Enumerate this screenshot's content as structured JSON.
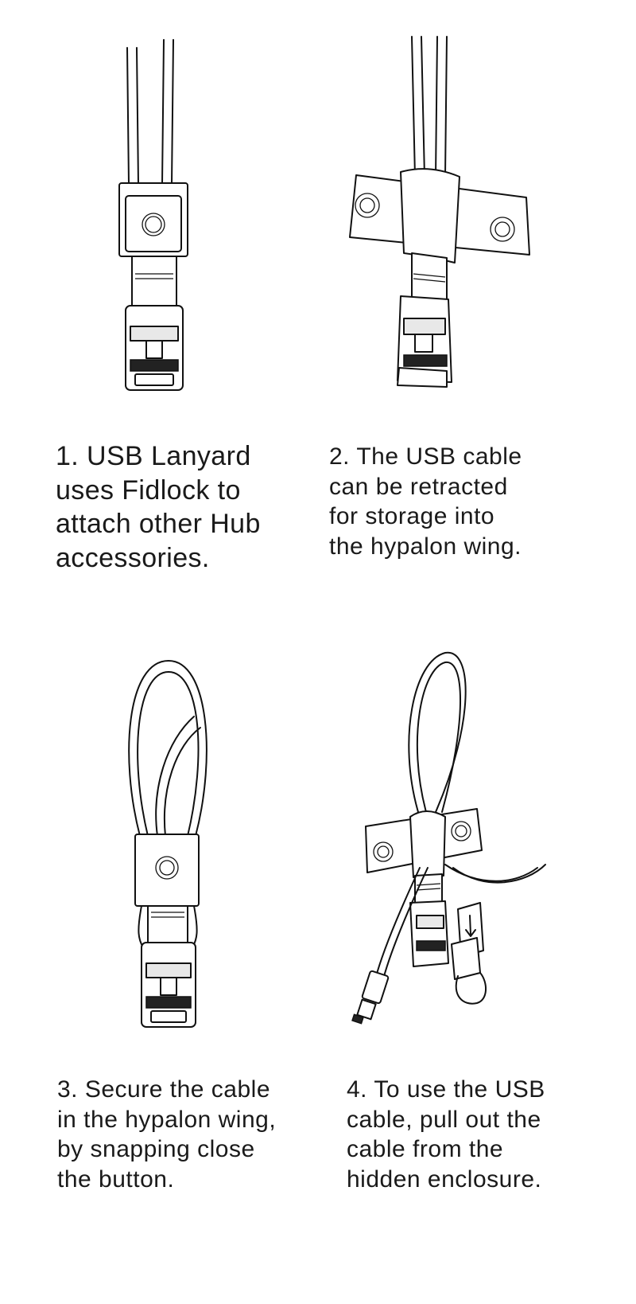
{
  "steps": [
    {
      "caption": "1. USB Lanyard\nuses Fidlock to\nattach other Hub\naccessories."
    },
    {
      "caption": "2. The USB cable\ncan be retracted\nfor storage into\nthe hypalon wing."
    },
    {
      "caption": "3. Secure the cable\nin the hypalon wing,\nby snapping close\nthe button."
    },
    {
      "caption": "4. To use the USB\ncable, pull out the\ncable from the\nhidden enclosure."
    }
  ],
  "colors": {
    "line": "#111111",
    "background": "#ffffff"
  }
}
